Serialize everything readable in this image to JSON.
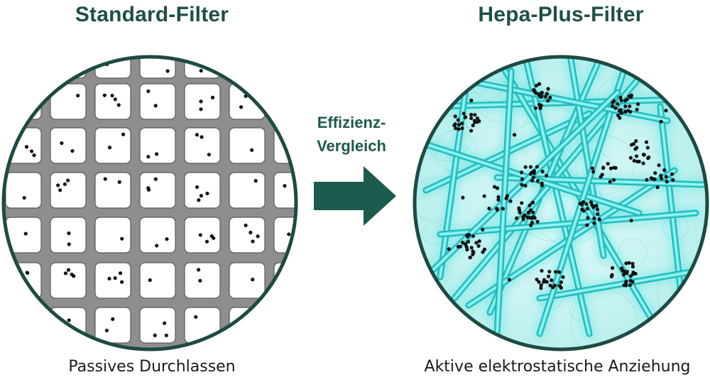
{
  "left_panel": {
    "title": "Standard-Filter",
    "caption": "Passives Durchlassen"
  },
  "right_panel": {
    "title": "Hepa-Plus-Filter",
    "caption": "Aktive elektrostatische Anziehung"
  },
  "center": {
    "label_line1": "Effizienz-",
    "label_line2": "Vergleich"
  },
  "colors": {
    "title_green": "#1e4f46",
    "arrow_green": "#1b5a4d",
    "circle_border": "#1d4b43",
    "mesh_gray": "#8e8e8e",
    "fiber_cyan": "#37d2d2",
    "glow_cyan": "#a6f0ee",
    "particle": "#111111"
  },
  "icons": {
    "arrow": "right-arrow-icon"
  }
}
